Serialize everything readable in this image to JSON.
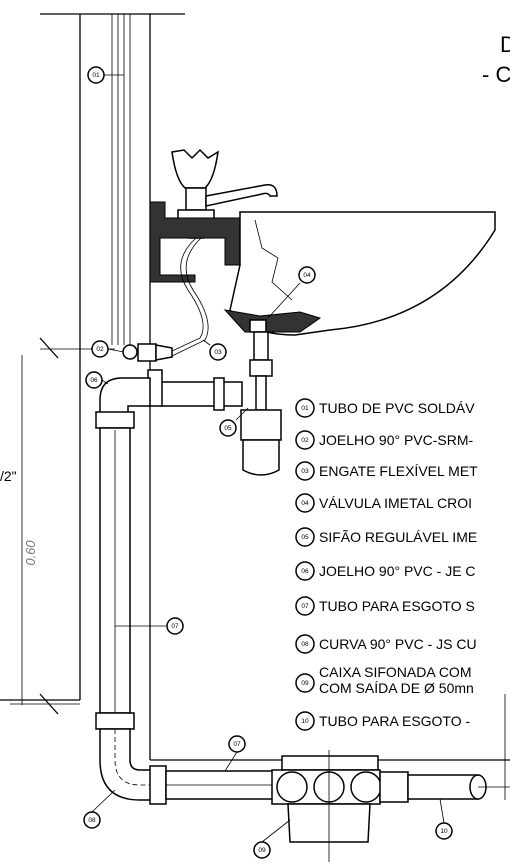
{
  "header": {
    "line1": "D",
    "line2": "- C"
  },
  "dimension": {
    "height": "0.60",
    "fraction": "/2\""
  },
  "tags": [
    "01",
    "02",
    "03",
    "04",
    "05",
    "06",
    "07",
    "07",
    "08",
    "09",
    "10"
  ],
  "legend": [
    {
      "num": "01",
      "text": "TUBO DE PVC SOLDÁV"
    },
    {
      "num": "02",
      "text": "JOELHO 90° PVC-SRM-"
    },
    {
      "num": "03",
      "text": "ENGATE FLEXÍVEL MET"
    },
    {
      "num": "04",
      "text": "VÁLVULA IMETAL CROI"
    },
    {
      "num": "05",
      "text": "SIFÃO REGULÁVEL IME"
    },
    {
      "num": "06",
      "text": "JOELHO 90° PVC - JE C"
    },
    {
      "num": "07",
      "text": "TUBO PARA ESGOTO S"
    },
    {
      "num": "08",
      "text": "CURVA 90° PVC - JS CU"
    },
    {
      "num": "09",
      "text": "CAIXA SIFONADA COM",
      "text2": "COM SAÍDA DE Ø 50mn"
    },
    {
      "num": "10",
      "text": "TUBO PARA ESGOTO -"
    }
  ]
}
